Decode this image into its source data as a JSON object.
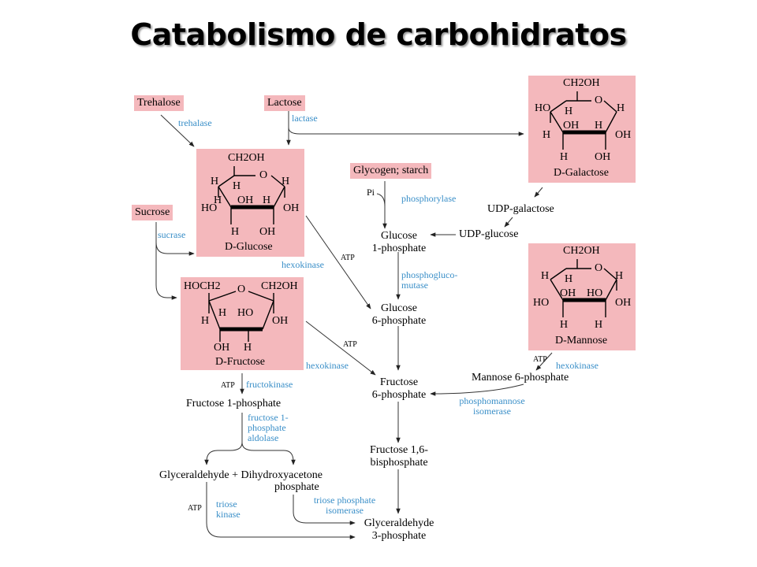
{
  "title": "Catabolismo de carbohidratos",
  "sources": {
    "trehalose": "Trehalose",
    "lactose": "Lactose",
    "sucrose": "Sucrose",
    "glycogen": "Glycogen; starch"
  },
  "sugars": {
    "glucose": {
      "name": "D-Glucose",
      "top": "CH2OH",
      "ring_o": "O",
      "left_h": "H",
      "ring_h": "H",
      "ring_h2": "H",
      "right_h": "H",
      "left_oh": "HO",
      "oh_mid1": "OH",
      "h_mid": "H",
      "right_oh": "OH",
      "bottom_h": "H",
      "bottom_oh": "OH"
    },
    "galactose": {
      "name": "D-Galactose",
      "top": "CH2OH",
      "ring_o": "O",
      "upper_ho": "HO",
      "ring_h": "H",
      "right_h": "H",
      "left_h": "H",
      "oh_mid1": "OH",
      "h_mid": "H",
      "right_oh": "OH",
      "bottom_h": "H",
      "bottom_oh": "OH"
    },
    "mannose": {
      "name": "D-Mannose",
      "top": "CH2OH",
      "ring_o": "O",
      "left_h": "H",
      "ring_h": "H",
      "right_h": "H",
      "left_ho": "HO",
      "oh_mid1": "OH",
      "ho_mid": "HO",
      "right_oh": "OH",
      "bottom_h": "H",
      "bottom_h2": "H"
    },
    "fructose": {
      "name": "D-Fructose",
      "left_top": "HOCH2",
      "ring_o": "O",
      "right_top": "CH2OH",
      "h_left": "H",
      "h_mid": "H",
      "ho_mid": "HO",
      "oh_right": "OH",
      "oh_bottom": "OH",
      "h_bottom": "H"
    }
  },
  "intermediates": {
    "glucose_1p": "Glucose\n1-phosphate",
    "udp_galactose": "UDP-galactose",
    "udp_glucose": "UDP-glucose",
    "glucose_6p": "Glucose\n6-phosphate",
    "fructose_6p": "Fructose\n6-phosphate",
    "mannose_6p": "Mannose 6-phosphate",
    "fructose_1p": "Fructose 1-phosphate",
    "fructose_16bp": "Fructose 1,6-\nbisphosphate",
    "glyceraldehyde_dhap": "Glyceraldehyde + Dihydroxyacetone",
    "phosphate": "phosphate",
    "glyceraldehyde_3p": "Glyceraldehyde\n3-phosphate"
  },
  "enzymes": {
    "trehalase": "trehalase",
    "lactase": "lactase",
    "sucrase": "sucrase",
    "phosphorylase": "phosphorylase",
    "hexokinase_glc": "hexokinase",
    "phosphoglucomutase": "phosphogluco-\nmutase",
    "hexokinase_fru": "hexokinase",
    "hexokinase_man": "hexokinase",
    "fructokinase": "fructokinase",
    "fructose1p_aldolase": "fructose 1-\nphosphate\naldolase",
    "phosphomannose_isomerase": "phosphomannose\nisomerase",
    "triose_kinase": "triose\nkinase",
    "triose_phosphate_isomerase": "triose phosphate\nisomerase"
  },
  "cofactors": {
    "pi": "Pi",
    "atp_hexokinase_glc": "ATP",
    "atp_hexokinase_fru": "ATP",
    "atp_hexokinase_man": "ATP",
    "atp_fructokinase": "ATP",
    "atp_triose_kinase": "ATP"
  }
}
